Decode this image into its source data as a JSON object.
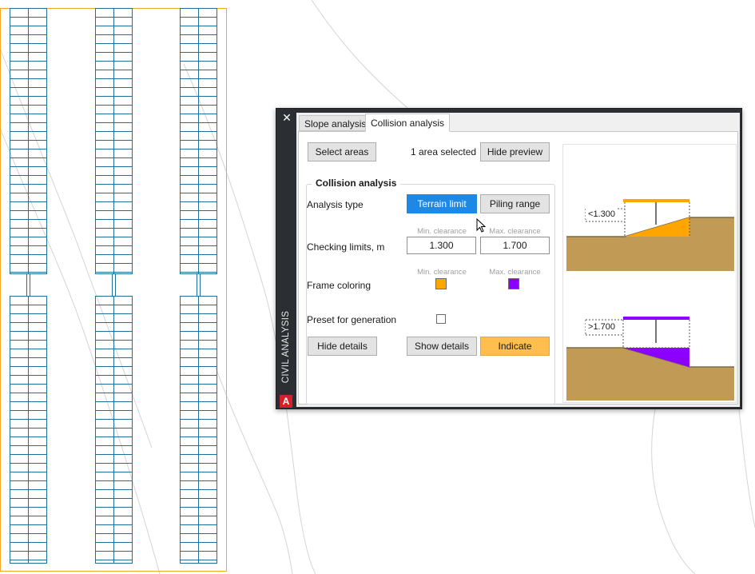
{
  "palette": {
    "title": "CIVIL ANALYSIS",
    "logo_letter": "A",
    "close_glyph": "✕"
  },
  "tabs": [
    {
      "label": "Slope analysis",
      "active": false
    },
    {
      "label": "Collision analysis",
      "active": true
    }
  ],
  "toolbar": {
    "select_areas": "Select areas",
    "selection_status": "1 area selected",
    "hide_preview": "Hide preview"
  },
  "collision": {
    "section_title": "Collision analysis",
    "analysis_type_label": "Analysis type",
    "terrain_limit": "Terrain limit",
    "piling_range": "Piling range",
    "min_clearance_hint": "Min. clearance",
    "max_clearance_hint": "Max. clearance",
    "checking_limits_label": "Checking limits, m",
    "min_value": "1.300",
    "max_value": "1.700",
    "frame_coloring_label": "Frame coloring",
    "preset_label": "Preset for generation",
    "preset_checked": false,
    "hide_details": "Hide details",
    "show_details": "Show details",
    "indicate": "Indicate"
  },
  "preview": {
    "top_label": "<1.300",
    "bottom_label": ">1.700"
  },
  "colors": {
    "min_clearance": "#ffa500",
    "max_clearance": "#8b00ff",
    "ground": "#c19a56",
    "frame_line": "#1f6f9a",
    "boundary": "#f5a623",
    "accent_blue": "#1e88e5",
    "indicate_orange": "#ffbe4d"
  }
}
